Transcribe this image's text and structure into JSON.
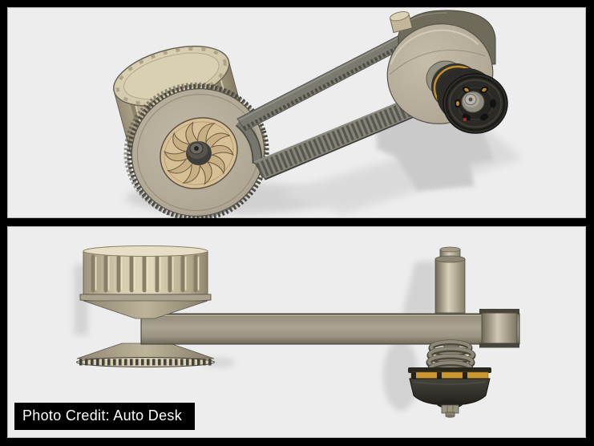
{
  "caption": {
    "text": "Photo Credit: Auto Desk"
  },
  "panels": [
    {
      "id": "isometric-view",
      "description": "Isometric CAD render of a timing-belt pulley assembly with knurled drum, large toothed pulley, belt and brushless motor"
    },
    {
      "id": "side-view",
      "description": "Side elevation CAD render of the same assembly: knurled knob, link arm, toothed disc, shaft, spring and motor"
    }
  ],
  "colors": {
    "frame": "#000000",
    "panel_bg": "#ededed",
    "tan": "#d6cbae",
    "khaki": "#aba493",
    "belt": "#6e6e64",
    "motor_black": "#2b2a27",
    "gold": "#c9962f",
    "caption_bg": "#000000",
    "caption_text": "#ffffff"
  }
}
